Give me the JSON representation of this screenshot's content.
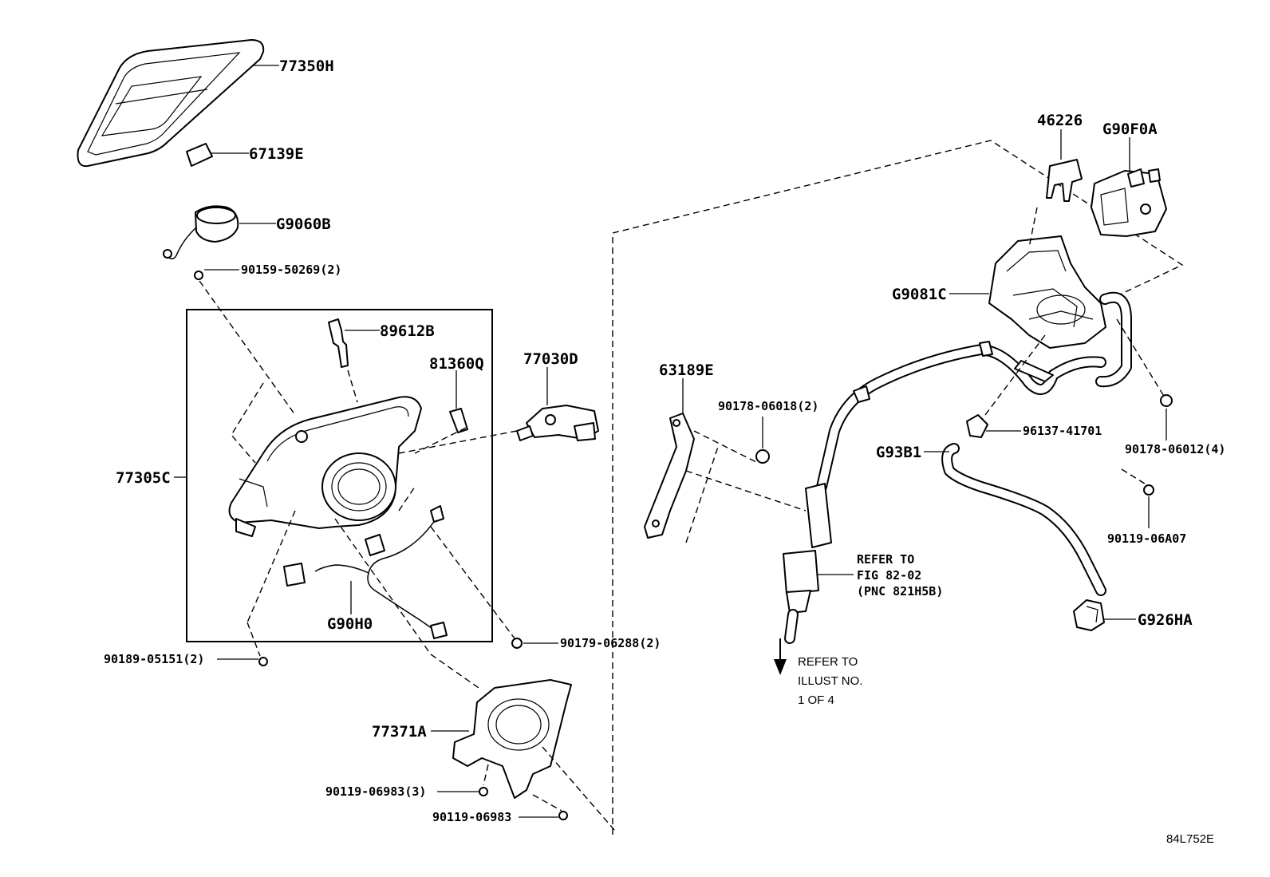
{
  "diagram_id": "84L752E",
  "callouts": {
    "p77350H": "77350H",
    "p67139E": "67139E",
    "pG9060B": "G9060B",
    "p90159": "90159-50269(2)",
    "p89612B": "89612B",
    "p81360Q": "81360Q",
    "p77030D": "77030D",
    "p77305C": "77305C",
    "pG90H0": "G90H0",
    "p90189": "90189-05151(2)",
    "p90179": "90179-06288(2)",
    "p77371A": "77371A",
    "p90119_3": "90119-06983(3)",
    "p90119_1": "90119-06983",
    "p63189E": "63189E",
    "p90178_2": "90178-06018(2)",
    "p46226": "46226",
    "pG90F0A": "G90F0A",
    "pG9081C": "G9081C",
    "p96137": "96137-41701",
    "pG93B1": "G93B1",
    "p90178_4": "90178-06012(4)",
    "p90119_A07": "90119-06A07",
    "pG926HA": "G926HA"
  },
  "refer_fig": {
    "line1": "REFER TO",
    "line2": "FIG 82-02",
    "line3": "(PNC 821H5B)"
  },
  "refer_illust": {
    "line1": "REFER TO",
    "line2": "ILLUST NO.",
    "line3": "1 OF 4"
  }
}
